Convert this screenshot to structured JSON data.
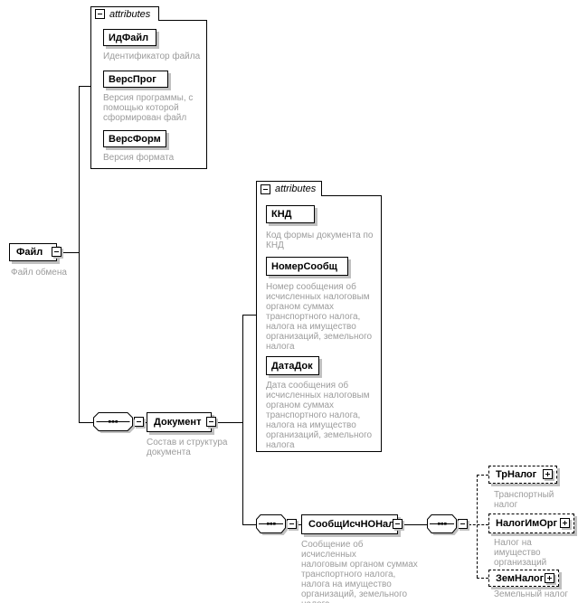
{
  "colors": {
    "border": "#000000",
    "annotation": "#9c9c9c",
    "shadow": "#c0c0c0"
  },
  "file": {
    "label": "Файл",
    "annotation": "Файл обмена"
  },
  "file_attributes": {
    "header": "attributes",
    "items": [
      {
        "label": "ИдФайл",
        "annotation": "Идентификатор файла"
      },
      {
        "label": "ВерсПрог",
        "annotation": "Версия программы, с\nпомощью которой\nсформирован файл"
      },
      {
        "label": "ВерсФорм",
        "annotation": "Версия формата"
      }
    ]
  },
  "document": {
    "label": "Документ",
    "annotation": "Состав и структура\nдокумента"
  },
  "document_attributes": {
    "header": "attributes",
    "items": [
      {
        "label": "КНД",
        "annotation": "Код формы документа по\nКНД"
      },
      {
        "label": "НомерСообщ",
        "annotation": "Номер сообщения об\nисчисленных налоговым\nорганом суммах\nтранспортного налога,\nналога на имущество\nорганизаций, земельного\nналога"
      },
      {
        "label": "ДатаДок",
        "annotation": "Дата сообщения об\nисчисленных налоговым\nорганом суммах\nтранспортного налога,\nналога на имущество\nорганизаций, земельного\nналога"
      }
    ]
  },
  "message": {
    "label": "СообщИсчНОНал",
    "annotation": "Сообщение об исчисленных\nналоговым органом суммах\nтранспортного налога,\nналога на имущество\nорганизаций, земельного\nналога"
  },
  "tax_children": [
    {
      "label": "ТрНалог",
      "annotation": "Транспортный налог"
    },
    {
      "label": "НалогИмОрг",
      "annotation": "Налог на имущество\nорганизаций"
    },
    {
      "label": "ЗемНалог",
      "annotation": "Земельный налог"
    }
  ]
}
